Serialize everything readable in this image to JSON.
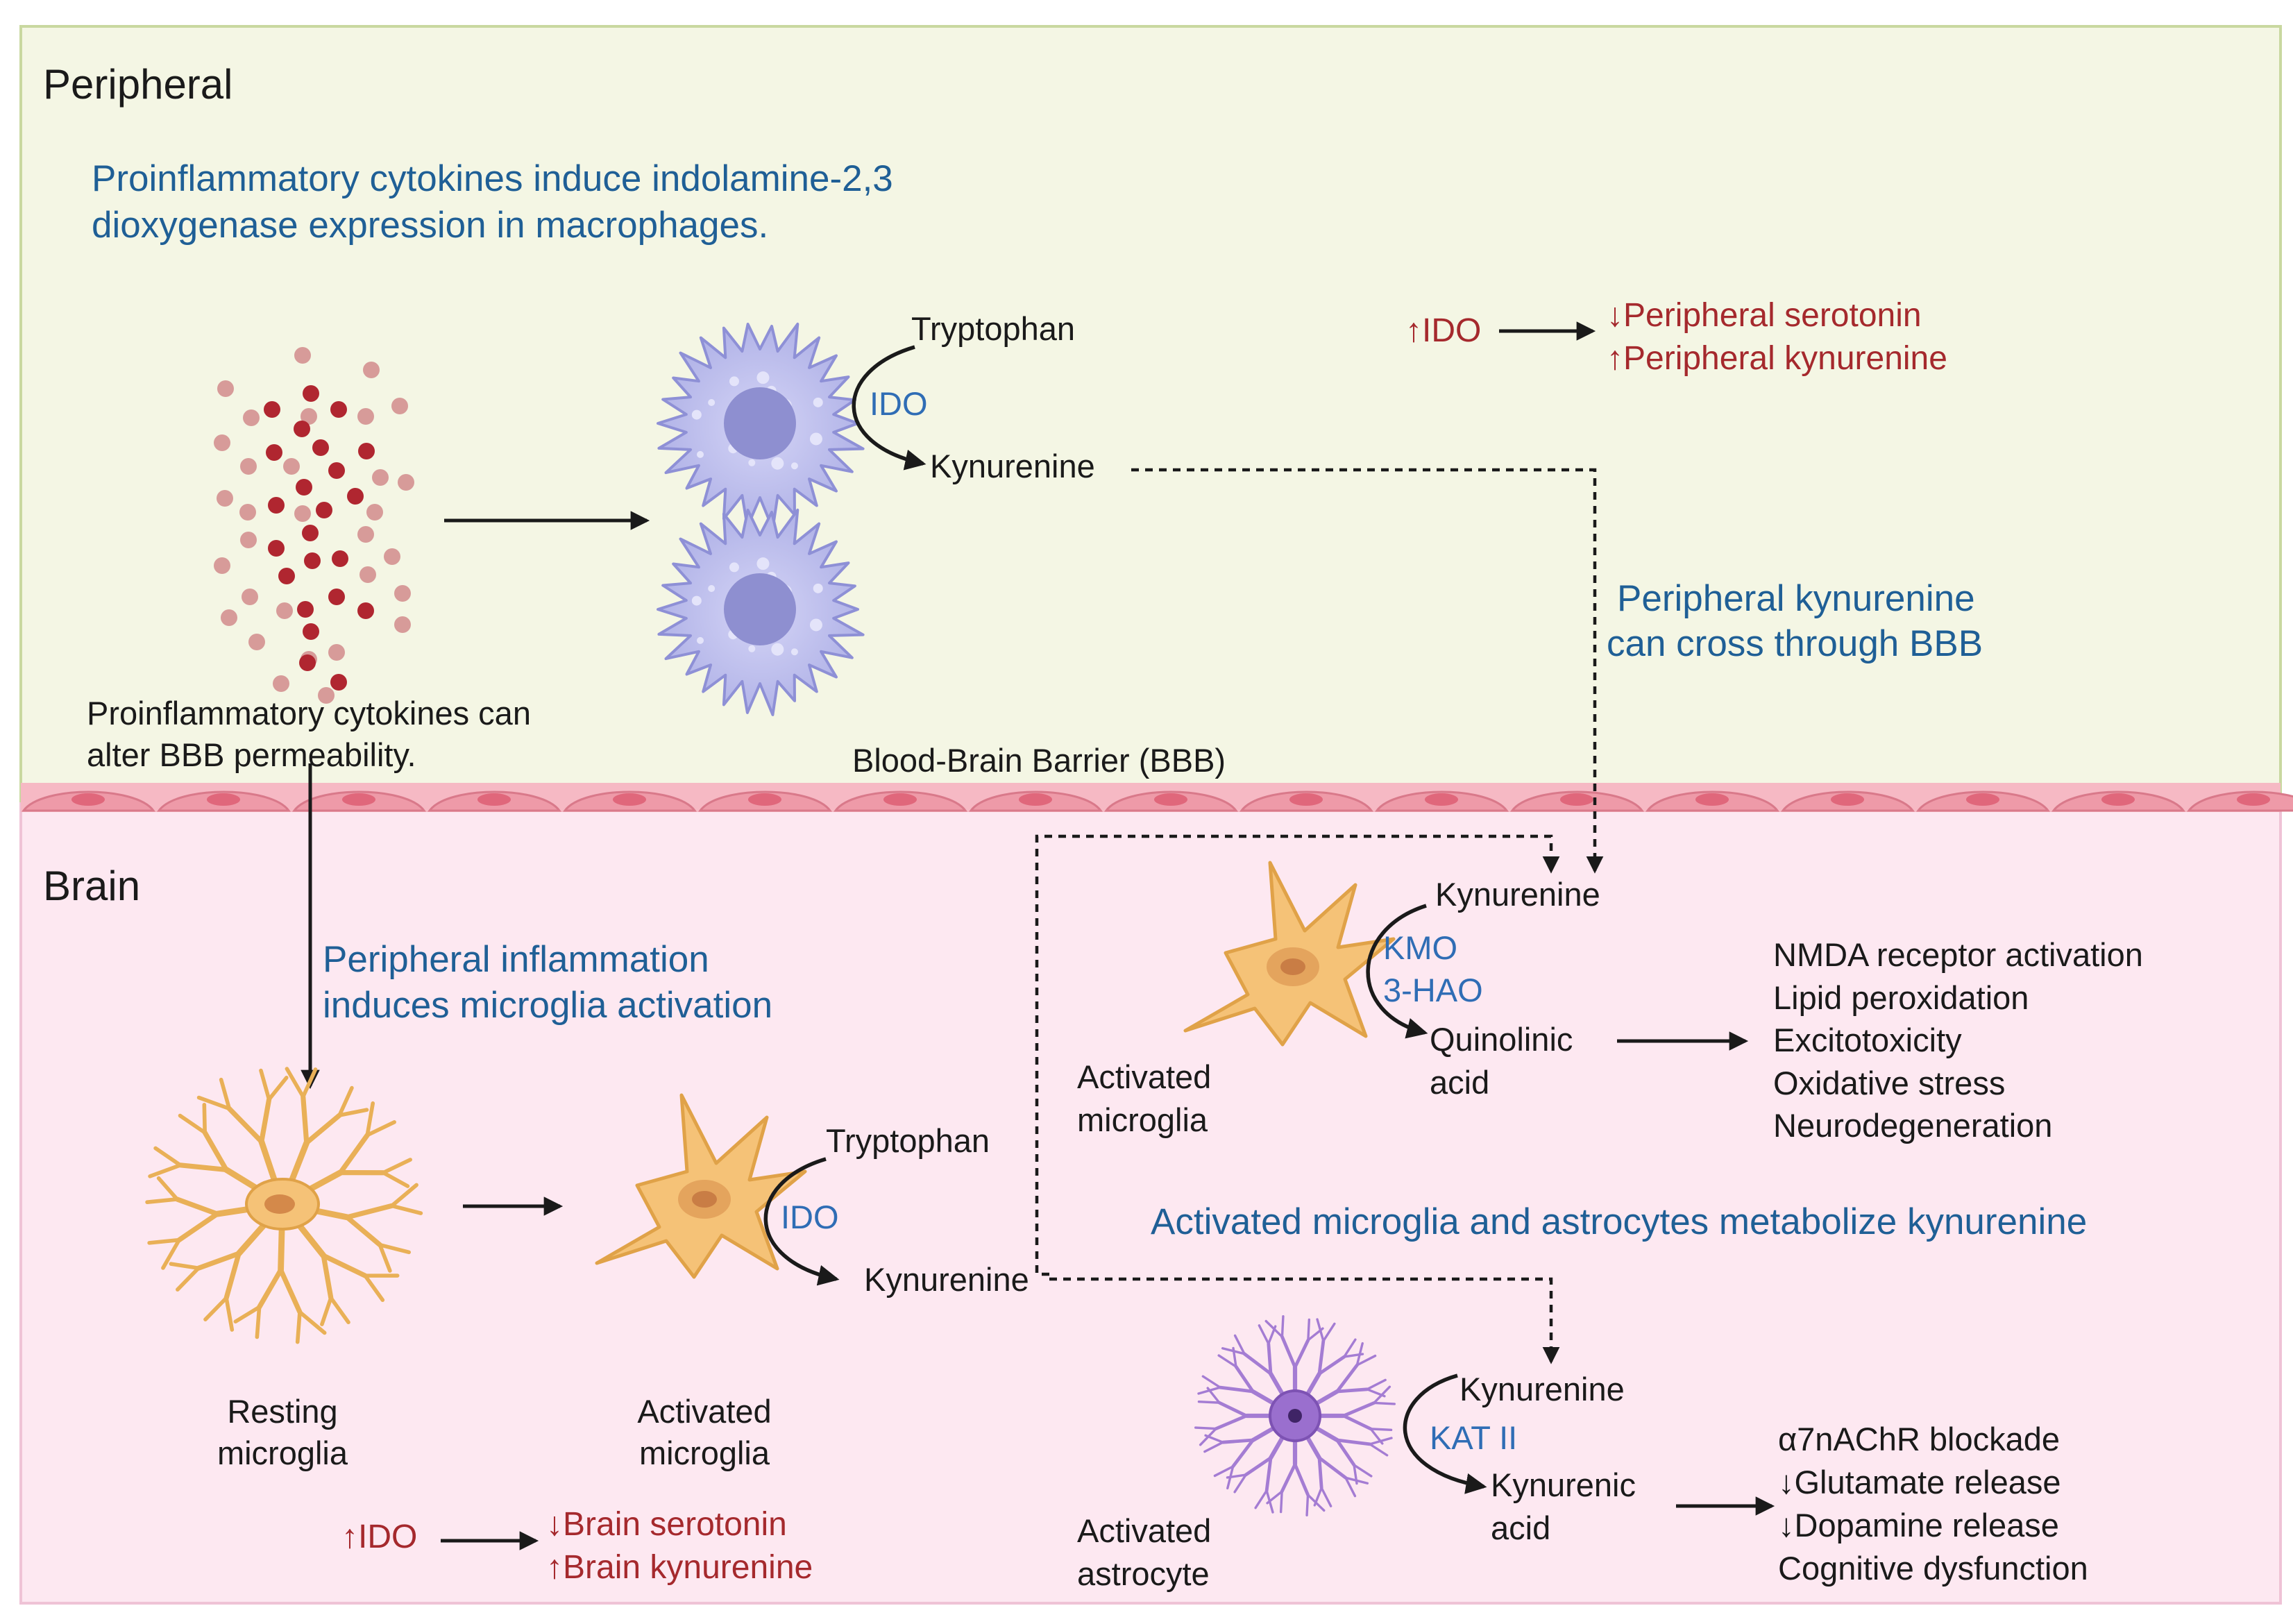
{
  "colors": {
    "peripheral_bg": "#f4f6e4",
    "peripheral_border": "#c9d8a0",
    "brain_bg": "#fde8f1",
    "brain_border": "#efc3d6",
    "blue_text": "#1f5f96",
    "enzyme_text": "#2f6db5",
    "red_text": "#a5292d",
    "macrophage": "#b9b9ea",
    "microglia": "#f5c277",
    "astrocyte": "#a47cd3",
    "cytokine_dark": "#b02630",
    "cytokine_light": "#d79b99",
    "bbb_cell": "#ee9aa8"
  },
  "peripheral": {
    "heading": "Peripheral",
    "note_line1": "Proinflammatory cytokines induce indolamine-2,3",
    "note_line2": "dioxygenase expression in macrophages.",
    "cytokine_caption_line1": "Proinflammatory cytokines can",
    "cytokine_caption_line2": "alter BBB permeability.",
    "pathway": {
      "substrate": "Tryptophan",
      "enzyme": "IDO",
      "product": "Kynurenine"
    },
    "effect": {
      "up_ido": "↑IDO",
      "down_serotonin": "↓Peripheral serotonin",
      "up_kynurenine": "↑Peripheral kynurenine"
    },
    "crossing_note_line1": "Peripheral kynurenine",
    "crossing_note_line2": "can cross through BBB"
  },
  "bbb": {
    "label": "Blood-Brain Barrier (BBB)"
  },
  "brain": {
    "heading": "Brain",
    "inflammation_note_line1": "Peripheral inflammation",
    "inflammation_note_line2": "induces microglia activation",
    "resting_label_line1": "Resting",
    "resting_label_line2": "microglia",
    "activated_label_line1": "Activated",
    "activated_label_line2": "microglia",
    "pathway": {
      "substrate": "Tryptophan",
      "enzyme": "IDO",
      "product": "Kynurenine"
    },
    "effect": {
      "up_ido": "↑IDO",
      "down_serotonin": "↓Brain serotonin",
      "up_kynurenine": "↑Brain kynurenine"
    },
    "metabolize_note": "Activated microglia and astrocytes metabolize kynurenine",
    "microglia_branch": {
      "cell_label_line1": "Activated",
      "cell_label_line2": "microglia",
      "substrate": "Kynurenine",
      "enzyme1": "KMO",
      "enzyme2": "3-HAO",
      "product_line1": "Quinolinic",
      "product_line2": "acid",
      "outcomes": [
        "NMDA receptor activation",
        "Lipid peroxidation",
        "Excitotoxicity",
        "Oxidative stress",
        "Neurodegeneration"
      ]
    },
    "astrocyte_branch": {
      "cell_label_line1": "Activated",
      "cell_label_line2": "astrocyte",
      "substrate": "Kynurenine",
      "enzyme": "KAT II",
      "product_line1": "Kynurenic",
      "product_line2": "acid",
      "outcomes": [
        "α7nAChR blockade",
        "↓Glutamate release",
        "↓Dopamine release",
        "Cognitive dysfunction"
      ]
    }
  }
}
